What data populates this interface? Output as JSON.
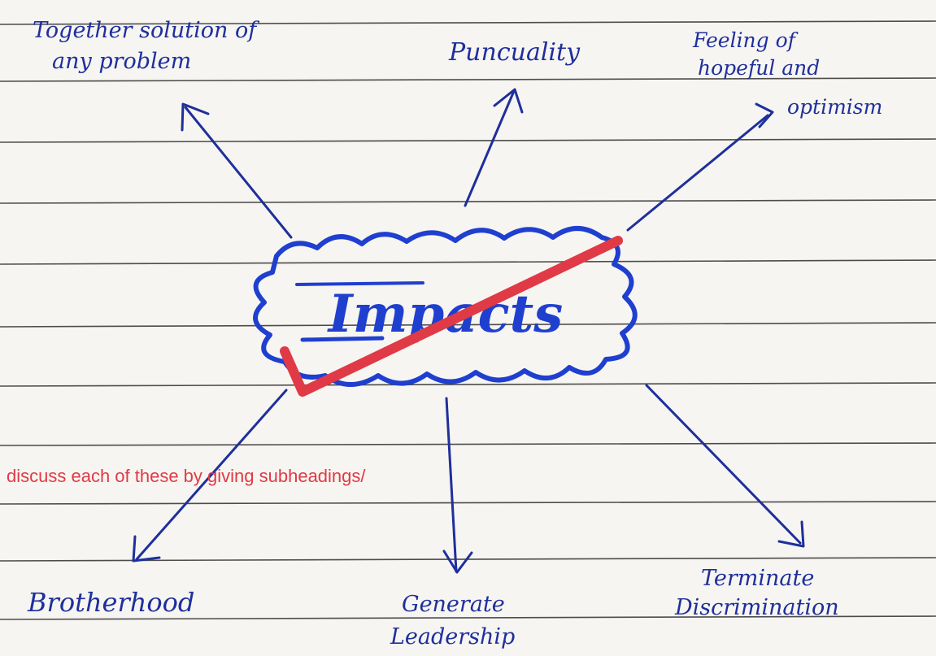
{
  "center": {
    "label": "Impacts"
  },
  "branches": [
    {
      "id": "top-left",
      "lines": [
        "Together solution of",
        "any problem"
      ]
    },
    {
      "id": "top-middle",
      "lines": [
        "Puncuality"
      ]
    },
    {
      "id": "top-right",
      "lines": [
        "Feeling of",
        "hopeful and",
        "optimism"
      ]
    },
    {
      "id": "bottom-left",
      "lines": [
        "Brotherhood"
      ]
    },
    {
      "id": "bottom-middle",
      "lines": [
        "Generate",
        "Leadership"
      ]
    },
    {
      "id": "bottom-right",
      "lines": [
        "Terminate",
        "Discrimination"
      ]
    }
  ],
  "comment": {
    "text": "discuss each of these by giving subheadings/"
  },
  "colors": {
    "ink": "#1f2f9c",
    "correction": "#e03a46",
    "rule": "#2c2c2c"
  }
}
